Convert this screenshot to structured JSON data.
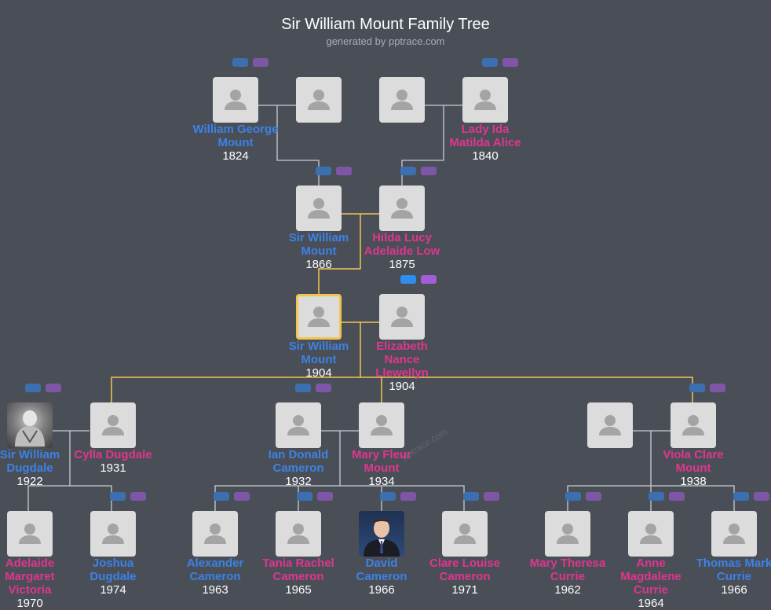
{
  "header": {
    "title": "Sir William Mount Family Tree",
    "subtitle": "generated by pptrace.com"
  },
  "watermark": "pptrace.com",
  "colors": {
    "background": "#4a4f57",
    "male": "#3b82e6",
    "female": "#e0358f",
    "highlight": "#f2c552",
    "link": "#c9cdd3"
  },
  "people": {
    "p1": {
      "name": "William George Mount",
      "year": "1824",
      "gender": "m"
    },
    "p2": {
      "name": "",
      "year": "",
      "gender": "m"
    },
    "p3": {
      "name": "",
      "year": "",
      "gender": "m"
    },
    "p4": {
      "name": "Lady Ida Matilda Alice",
      "year": "1840",
      "gender": "f"
    },
    "p5": {
      "name": "Sir William Mount",
      "year": "1866",
      "gender": "m"
    },
    "p6": {
      "name": "Hilda Lucy Adelaide Low",
      "year": "1875",
      "gender": "f"
    },
    "p7": {
      "name": "Sir William Mount",
      "year": "1904",
      "gender": "m",
      "selected": true
    },
    "p8": {
      "name": "Elizabeth Nance Llewellyn",
      "year": "1904",
      "gender": "f"
    },
    "p9": {
      "name": "Sir William Dugdale",
      "year": "1922",
      "gender": "m",
      "photo": "armor"
    },
    "p10": {
      "name": "Cylla Dugdale",
      "year": "1931",
      "gender": "f"
    },
    "p11": {
      "name": "Ian Donald Cameron",
      "year": "1932",
      "gender": "m"
    },
    "p12": {
      "name": "Mary Fleur Mount",
      "year": "1934",
      "gender": "f"
    },
    "p13": {
      "name": "",
      "year": "",
      "gender": "m"
    },
    "p14": {
      "name": "Viola Clare Mount",
      "year": "1938",
      "gender": "f"
    },
    "p15": {
      "name": "Adelaide Margaret Victoria",
      "year": "1970",
      "gender": "f"
    },
    "p16": {
      "name": "Joshua Dugdale",
      "year": "1974",
      "gender": "m"
    },
    "p17": {
      "name": "Alexander Cameron",
      "year": "1963",
      "gender": "m"
    },
    "p18": {
      "name": "Tania Rachel Cameron",
      "year": "1965",
      "gender": "f"
    },
    "p19": {
      "name": "David Cameron",
      "year": "1966",
      "gender": "m",
      "photo": "portrait"
    },
    "p20": {
      "name": "Clare Louise Cameron",
      "year": "1971",
      "gender": "f"
    },
    "p21": {
      "name": "Mary Theresa Currie",
      "year": "1962",
      "gender": "f"
    },
    "p22": {
      "name": "Anne Magdalene Currie",
      "year": "1964",
      "gender": "f"
    },
    "p23": {
      "name": "Thomas Mark Currie",
      "year": "1966",
      "gender": "m"
    }
  }
}
